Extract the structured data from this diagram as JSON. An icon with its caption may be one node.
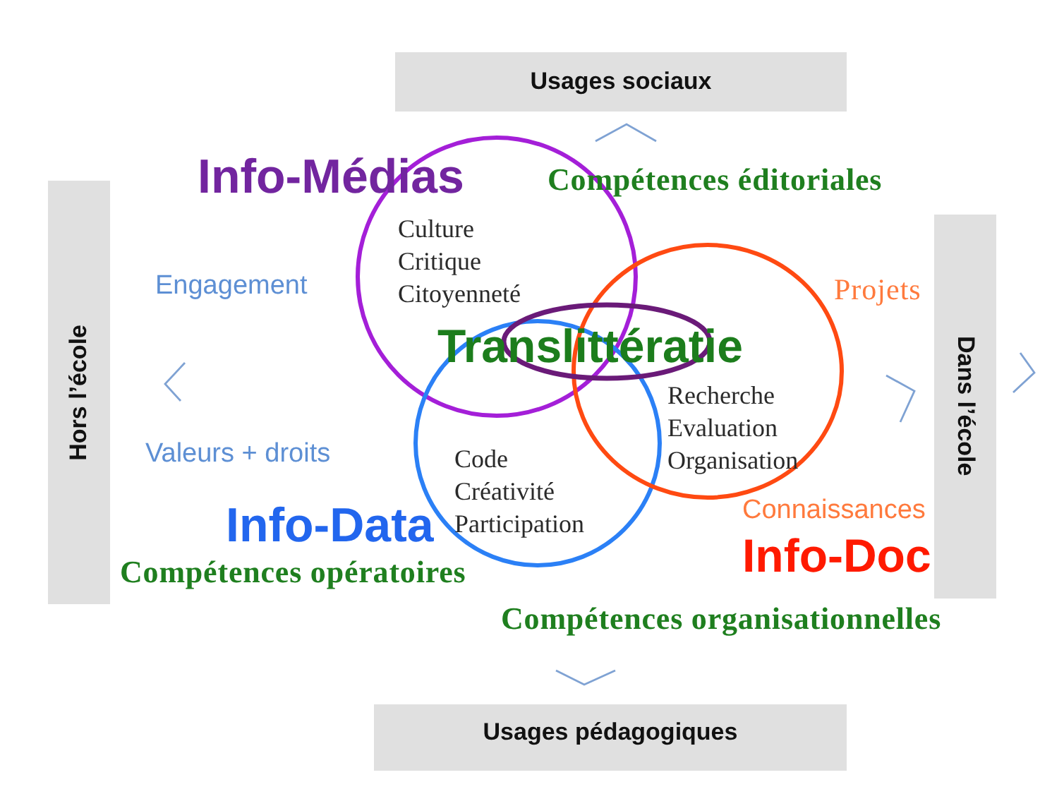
{
  "diagram": {
    "nodes": [
      {
        "text": [
          "Usages sociaux"
        ]
      },
      {
        "text": [
          "Hors l’école"
        ]
      },
      {
        "text": [
          "Dans l’école"
        ]
      },
      {
        "text": [
          "Usages pédagogiques"
        ]
      },
      {
        "text": [
          "Culture Critique Citoyenneté"
        ],
        "beside": [
          "Info-Médias"
        ]
      },
      {
        "text": [
          "Code Créativité Participation"
        ],
        "beside": [
          "Info-Data"
        ]
      },
      {
        "text": [
          "Recherche Evaluation Organisation"
        ]
      },
      {
        "text": [
          "Translittératie"
        ]
      }
    ],
    "labels": [
      "Compétences éditoriales",
      "Engagement",
      "Projets",
      "Valeurs + droits",
      "Connaissances",
      "Info-Doc",
      "Compétences opératoires",
      "Compétences organisationnelles"
    ]
  }
}
